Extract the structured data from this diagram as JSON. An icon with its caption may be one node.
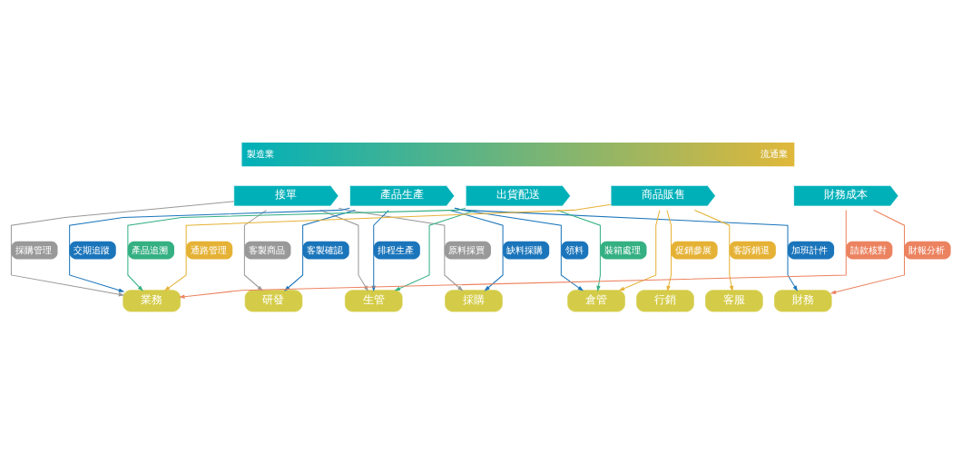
{
  "diagram": {
    "nodes": [
      {
        "text": [
          "製造業",
          "流通業"
        ]
      },
      {
        "text": [
          "接單"
        ]
      },
      {
        "text": [
          "產品生產"
        ]
      },
      {
        "text": [
          "出貨配送"
        ]
      },
      {
        "text": [
          "商品販售"
        ]
      },
      {
        "text": [
          "財務成本"
        ]
      },
      {
        "text": [
          "業務"
        ]
      },
      {
        "text": [
          "研發"
        ]
      },
      {
        "text": [
          "生管"
        ]
      },
      {
        "text": [
          "採購"
        ]
      },
      {
        "text": [
          "倉管"
        ]
      },
      {
        "text": [
          "行銷"
        ]
      },
      {
        "text": [
          "客服"
        ]
      },
      {
        "text": [
          "財務"
        ]
      }
    ],
    "edges": [
      {
        "from": 1,
        "to": 6,
        "arrow": "to",
        "label": "採購管理",
        "color": "#999999"
      },
      {
        "from": 1,
        "to": 7,
        "arrow": "to",
        "label": "客製商品",
        "color": "#999999"
      },
      {
        "from": 1,
        "to": 8,
        "arrow": "to",
        "color": "#999999"
      },
      {
        "from": 1,
        "to": 9,
        "arrow": "to",
        "label": "原料採買",
        "color": "#999999"
      },
      {
        "from": 2,
        "to": 6,
        "arrow": "to",
        "label": "交期追蹤",
        "color": "#1b75bb"
      },
      {
        "from": 2,
        "to": 7,
        "arrow": "to",
        "label": "客製確認",
        "color": "#1b75bb"
      },
      {
        "from": 2,
        "to": 8,
        "arrow": "to",
        "label": "排程生產",
        "color": "#1b75bb"
      },
      {
        "from": 2,
        "to": 9,
        "arrow": "to",
        "label": "缺料採購",
        "color": "#1b75bb"
      },
      {
        "from": 2,
        "to": 10,
        "arrow": "to",
        "label": "領料",
        "color": "#1b75bb"
      },
      {
        "from": 2,
        "to": 13,
        "arrow": "to",
        "label": "加班計件",
        "color": "#1b75bb"
      },
      {
        "from": 3,
        "to": 6,
        "arrow": "to",
        "label": "產品追溯",
        "color": "#35b083"
      },
      {
        "from": 3,
        "to": 8,
        "arrow": "to",
        "color": "#35b083"
      },
      {
        "from": 3,
        "to": 10,
        "arrow": "to",
        "label": "裝箱處理",
        "color": "#35b083"
      },
      {
        "from": 4,
        "to": 6,
        "arrow": "to",
        "label": "通路管理",
        "color": "#e5b236"
      },
      {
        "from": 4,
        "to": 10,
        "arrow": "to",
        "color": "#e5b236"
      },
      {
        "from": 4,
        "to": 11,
        "arrow": "to",
        "label": "促銷參展",
        "color": "#e5b236"
      },
      {
        "from": 4,
        "to": 12,
        "arrow": "to",
        "label": "客訴銷退",
        "color": "#e5b236"
      },
      {
        "from": 5,
        "to": 6,
        "arrow": "to",
        "label": "請款核對",
        "color": "#ec8360"
      },
      {
        "from": 5,
        "to": 13,
        "arrow": "to",
        "label": "財報分析",
        "color": "#ec8360"
      }
    ]
  }
}
